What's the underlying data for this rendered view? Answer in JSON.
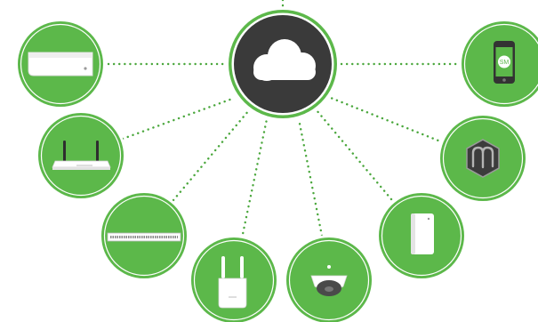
{
  "diagram": {
    "colors": {
      "green": "#5cb84a",
      "dark": "#3a3a3a",
      "white": "#ffffff",
      "connector": "#4aa73c"
    },
    "hub": {
      "icon": "cloud-icon"
    },
    "nodes": [
      {
        "id": "security-appliance",
        "icon": "security-appliance-icon"
      },
      {
        "id": "router",
        "icon": "router-icon"
      },
      {
        "id": "switch",
        "icon": "switch-icon"
      },
      {
        "id": "access-point",
        "icon": "access-point-icon"
      },
      {
        "id": "camera",
        "icon": "dome-camera-icon"
      },
      {
        "id": "sensor",
        "icon": "sensor-icon"
      },
      {
        "id": "systems-manager",
        "icon": "systems-manager-icon"
      },
      {
        "id": "mobile-device",
        "icon": "mobile-device-icon",
        "badge": "SM"
      }
    ]
  }
}
